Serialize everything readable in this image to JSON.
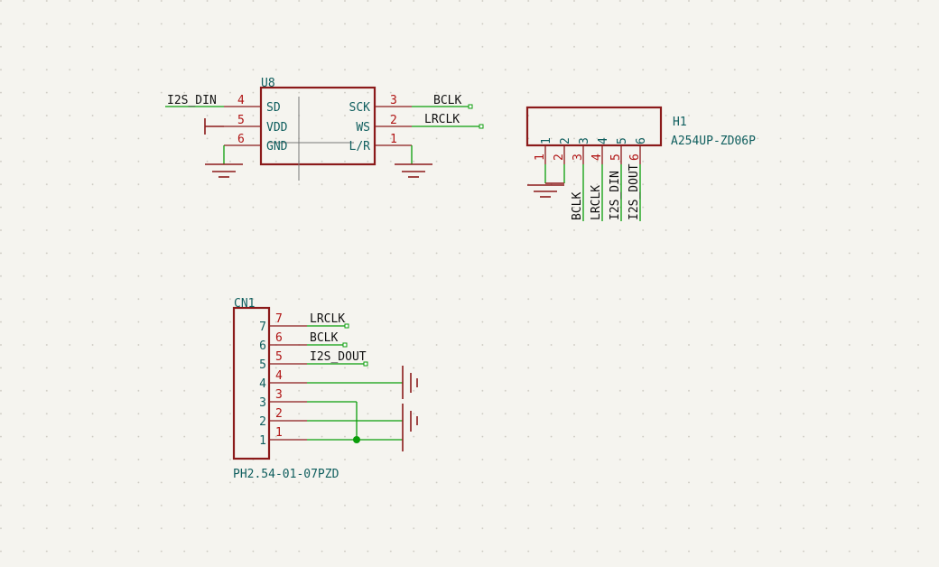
{
  "colors": {
    "background": "#f5f4ef",
    "wire": "#0a9d0a",
    "component": "#8b1a1a",
    "pin_number": "#b01414",
    "pin_name": "#0f5e5e",
    "net_label": "#111111",
    "grid_dot": "#c9c6bd"
  },
  "u8": {
    "ref": "U8",
    "left_pins": [
      {
        "num": "4",
        "name": "SD"
      },
      {
        "num": "5",
        "name": "VDD"
      },
      {
        "num": "6",
        "name": "GND"
      }
    ],
    "right_pins": [
      {
        "num": "3",
        "name": "SCK"
      },
      {
        "num": "2",
        "name": "WS"
      },
      {
        "num": "1",
        "name": "L/R"
      }
    ],
    "nets": {
      "sd": "I2S_DIN",
      "sck": "BCLK",
      "ws": "LRCLK"
    }
  },
  "h1": {
    "ref": "H1",
    "value": "A254UP-ZD06P",
    "pins": [
      "1",
      "2",
      "3",
      "4",
      "5",
      "6"
    ],
    "outer_numbers": [
      "1",
      "2",
      "3",
      "4",
      "5",
      "6"
    ],
    "nets": {
      "p3": "BCLK",
      "p4": "LRCLK",
      "p5": "I2S_DIN",
      "p6": "I2S_DOUT"
    }
  },
  "cn1": {
    "ref": "CN1",
    "value": "PH2.54-01-07PZD",
    "pins": [
      {
        "inner": "7",
        "outer": "7"
      },
      {
        "inner": "6",
        "outer": "6"
      },
      {
        "inner": "5",
        "outer": "5"
      },
      {
        "inner": "4",
        "outer": "4"
      },
      {
        "inner": "3",
        "outer": "3"
      },
      {
        "inner": "2",
        "outer": "2"
      },
      {
        "inner": "1",
        "outer": "1"
      }
    ],
    "nets": {
      "p7": "LRCLK",
      "p6": "BCLK",
      "p5": "I2S_DOUT"
    }
  }
}
